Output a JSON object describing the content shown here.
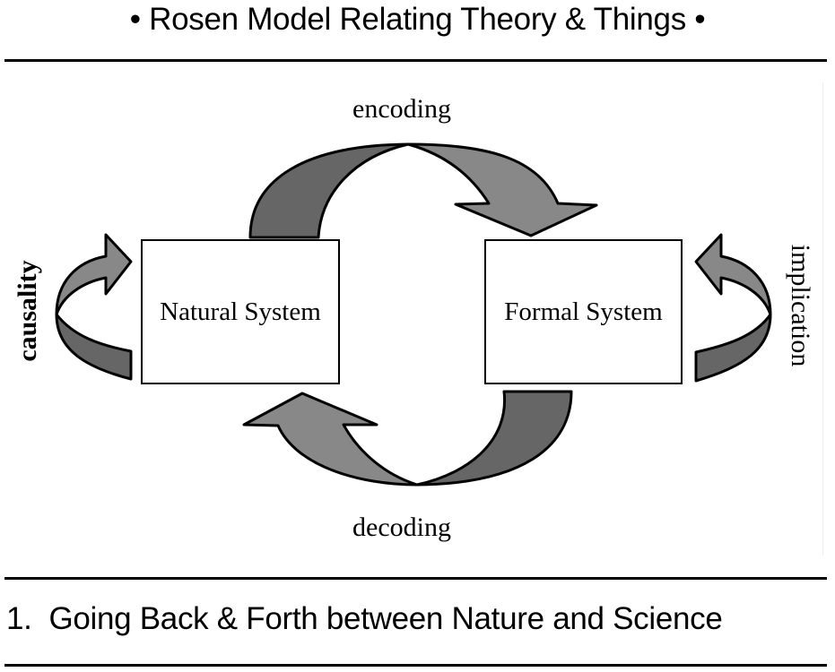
{
  "slide": {
    "title": "• Rosen Model Relating Theory & Things •",
    "footer": "1.  Going Back & Forth between Nature and Science"
  },
  "diagram": {
    "nodes": [
      {
        "id": "natural",
        "label": "Natural System"
      },
      {
        "id": "formal",
        "label": "Formal System"
      }
    ],
    "edges": [
      {
        "id": "encoding",
        "label": "encoding",
        "from": "natural",
        "to": "formal"
      },
      {
        "id": "decoding",
        "label": "decoding",
        "from": "formal",
        "to": "natural"
      },
      {
        "id": "causality",
        "label": "causality",
        "from": "natural",
        "to": "natural"
      },
      {
        "id": "implication",
        "label": "implication",
        "from": "formal",
        "to": "formal"
      }
    ],
    "colors": {
      "arrow_dark": "#666666",
      "arrow_light": "#888888",
      "outline": "#000000"
    }
  }
}
